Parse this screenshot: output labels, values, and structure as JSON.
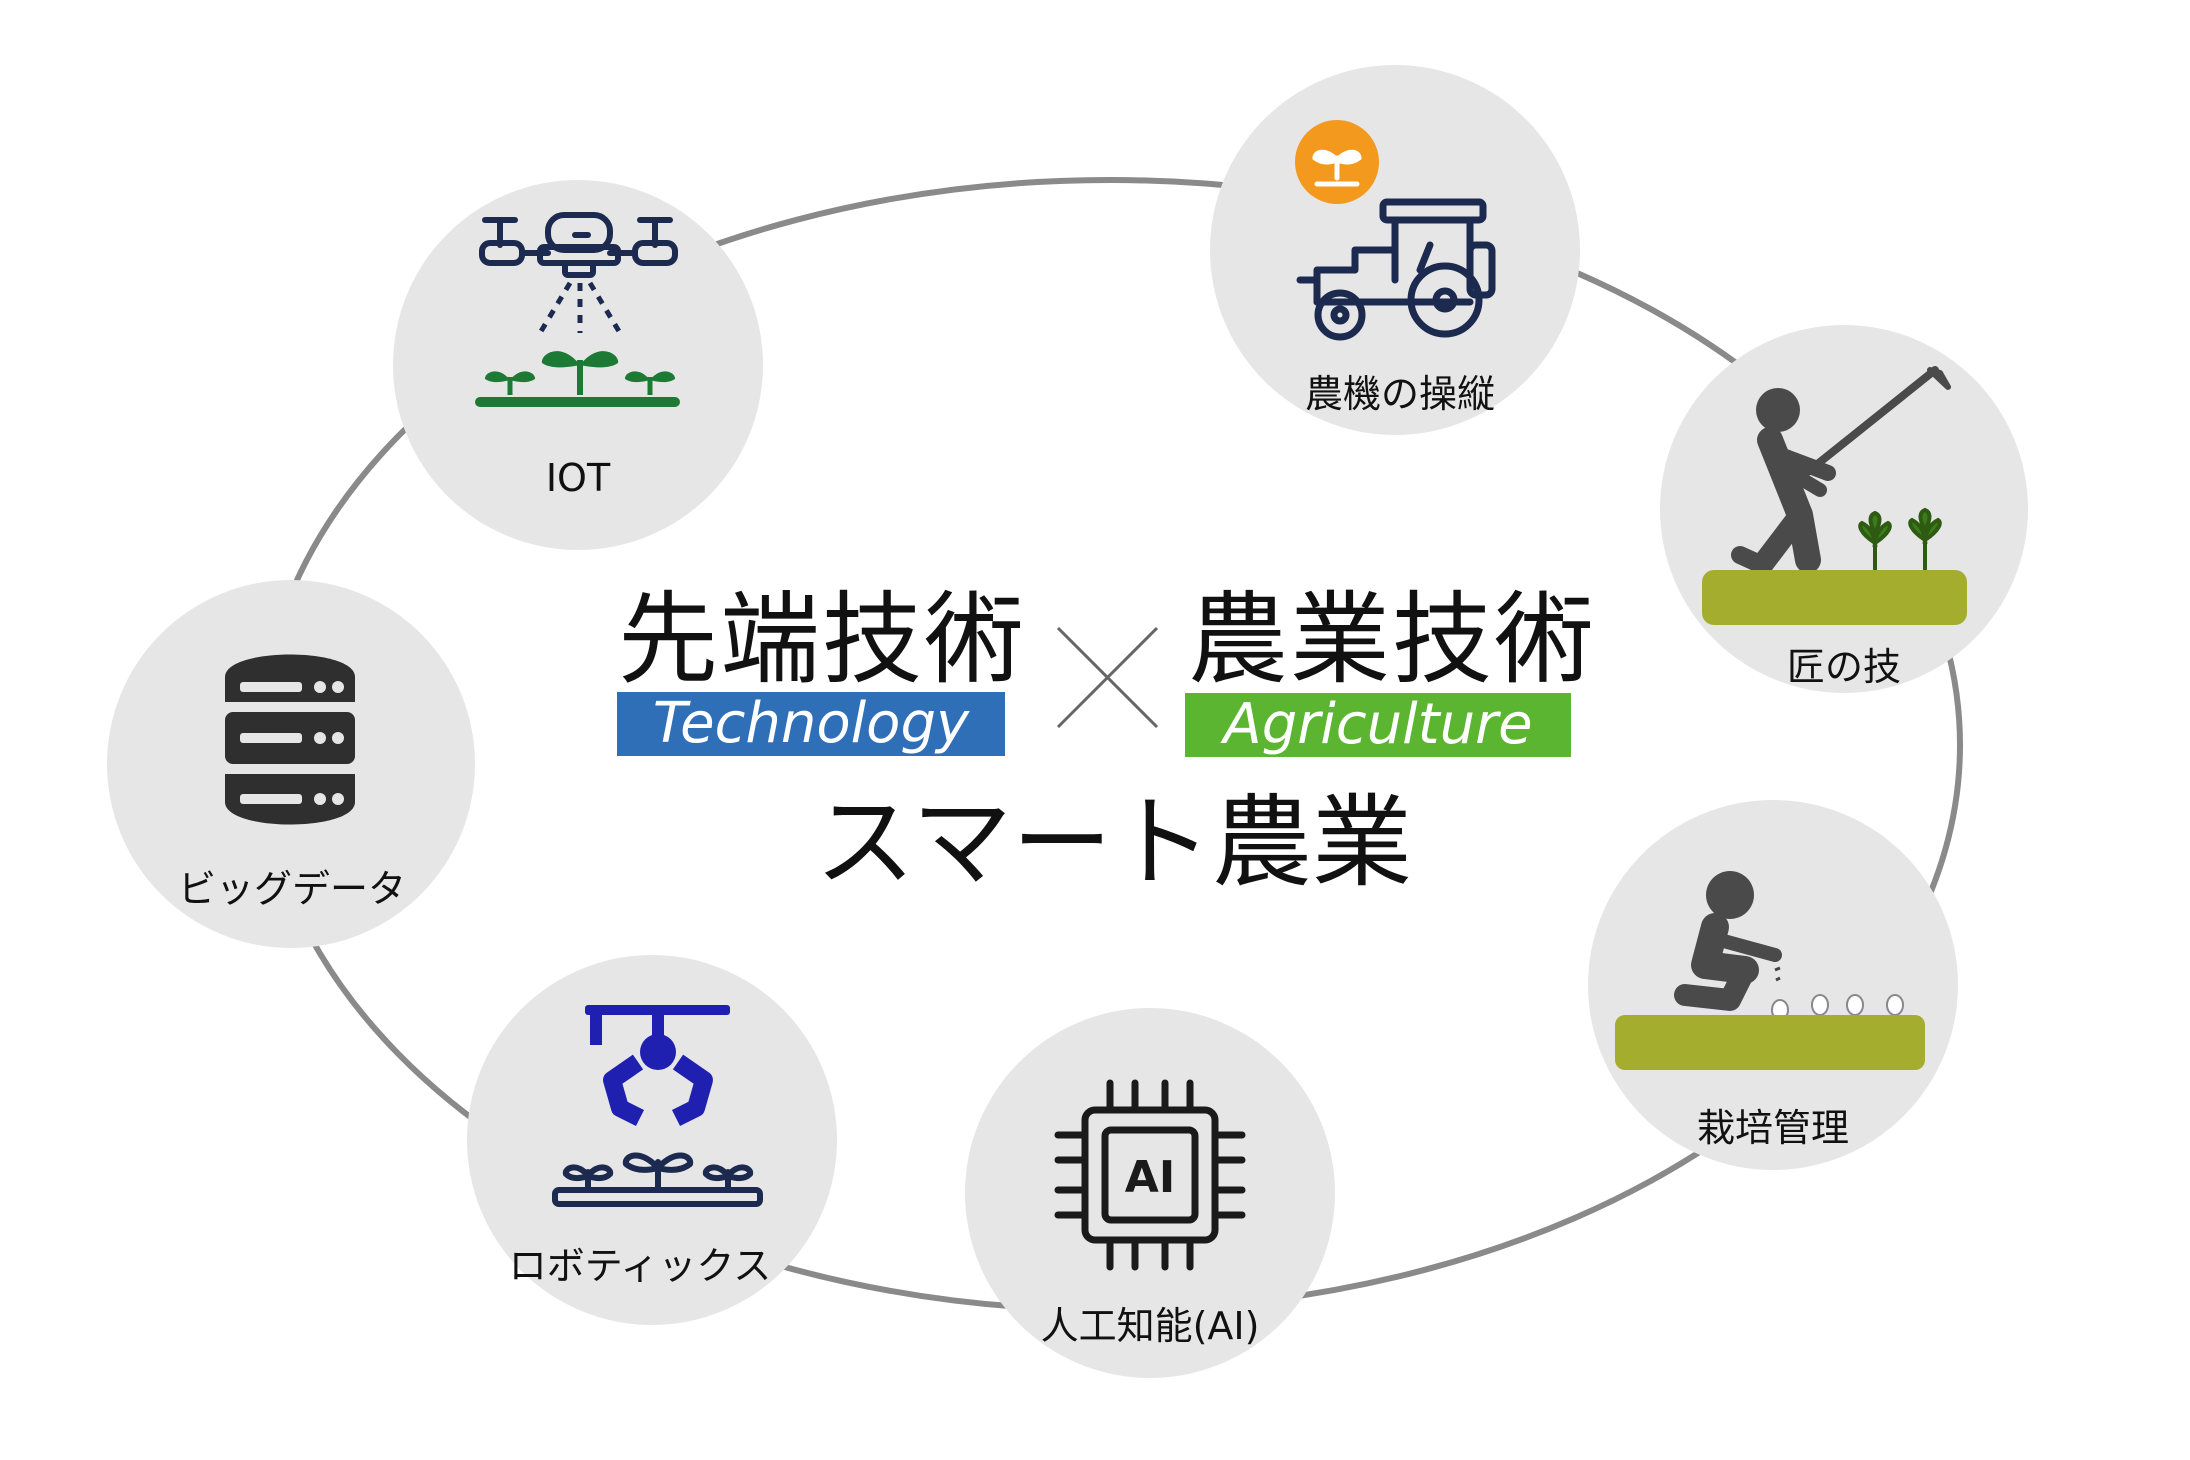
{
  "center": {
    "left_title": "先端技術",
    "left_subtitle": "Technology",
    "right_title": "農業技術",
    "right_subtitle": "Agriculture",
    "main_title": "スマート農業"
  },
  "nodes": {
    "iot": "IOT",
    "tractor": "農機の操縦",
    "craft": "匠の技",
    "cultivation": "栽培管理",
    "ai": "人工知能(AI)",
    "robotics": "ロボティックス",
    "bigdata": "ビッグデータ"
  },
  "icons": {
    "ai_chip_text": "AI"
  },
  "colors": {
    "technology_blue": "#2f6fb7",
    "agriculture_green": "#5cb531",
    "ring_gray": "#8a8a8a",
    "circle_fill": "#e6e6e6",
    "icon_navy": "#1b2a4e",
    "plant_green": "#1d7a35",
    "robot_blue": "#2020b0",
    "field_olive": "#a4ad2e",
    "badge_orange": "#f39a1e"
  }
}
